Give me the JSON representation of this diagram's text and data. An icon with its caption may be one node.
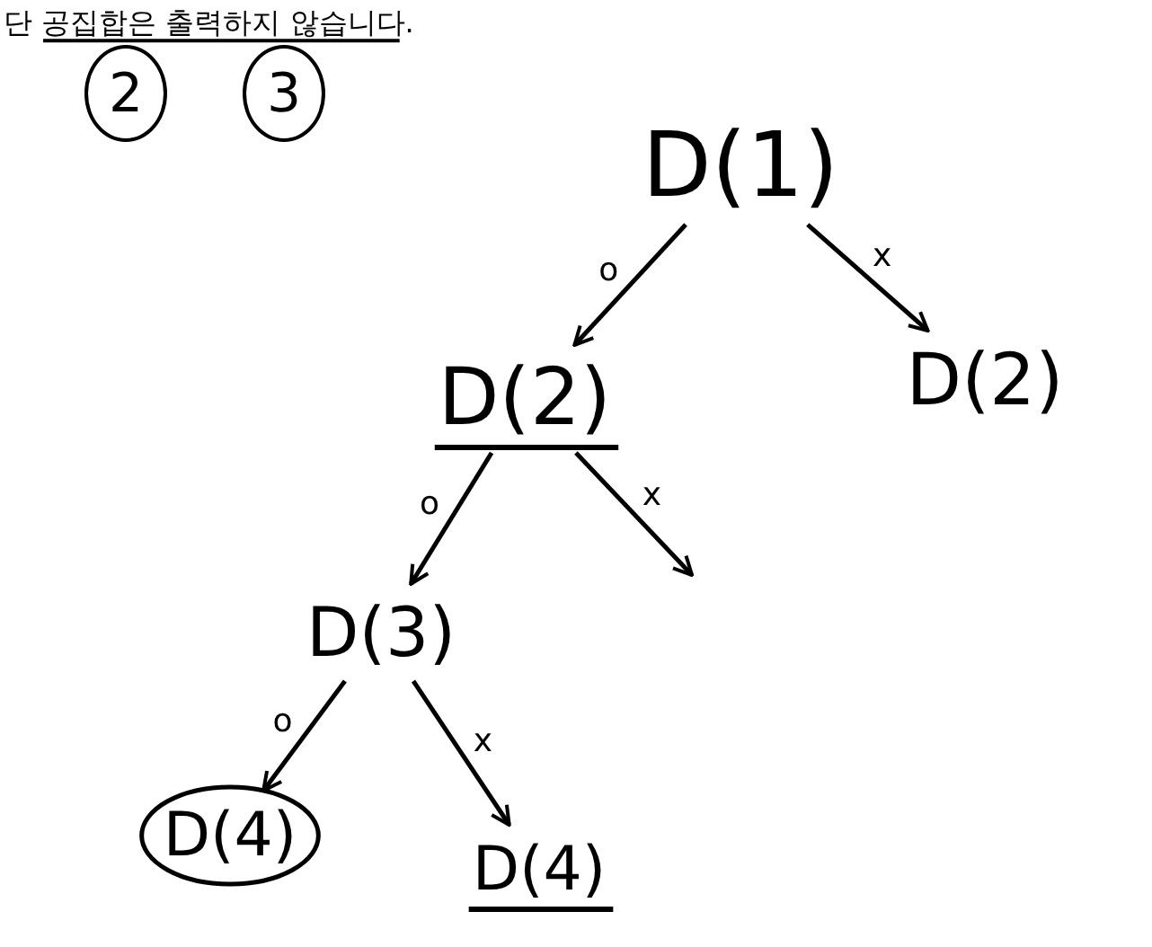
{
  "diagram": {
    "title": "단 공집합은 출력하지 않습니다.",
    "nodes": [
      {
        "text": [
          "D(1)"
        ]
      },
      {
        "text": [
          "D(2)"
        ]
      },
      {
        "text": [
          "D(2)"
        ]
      },
      {
        "text": [
          "D(3)"
        ]
      },
      {
        "text": [
          "D(4)"
        ]
      },
      {
        "text": [
          "D(4)"
        ]
      }
    ],
    "edges": [
      {
        "from": 0,
        "to": 1,
        "arrow": "to",
        "label": "o"
      },
      {
        "from": 0,
        "to": 2,
        "arrow": "to",
        "label": "x"
      },
      {
        "from": 1,
        "to": 3,
        "arrow": "to",
        "label": "o"
      },
      {
        "from": 1,
        "to": null,
        "arrow": "to",
        "label": "x"
      },
      {
        "from": 3,
        "to": 4,
        "arrow": "to",
        "label": "o"
      },
      {
        "from": 3,
        "to": 5,
        "arrow": "to",
        "label": "x"
      }
    ],
    "labels": [
      "2",
      "3"
    ]
  }
}
